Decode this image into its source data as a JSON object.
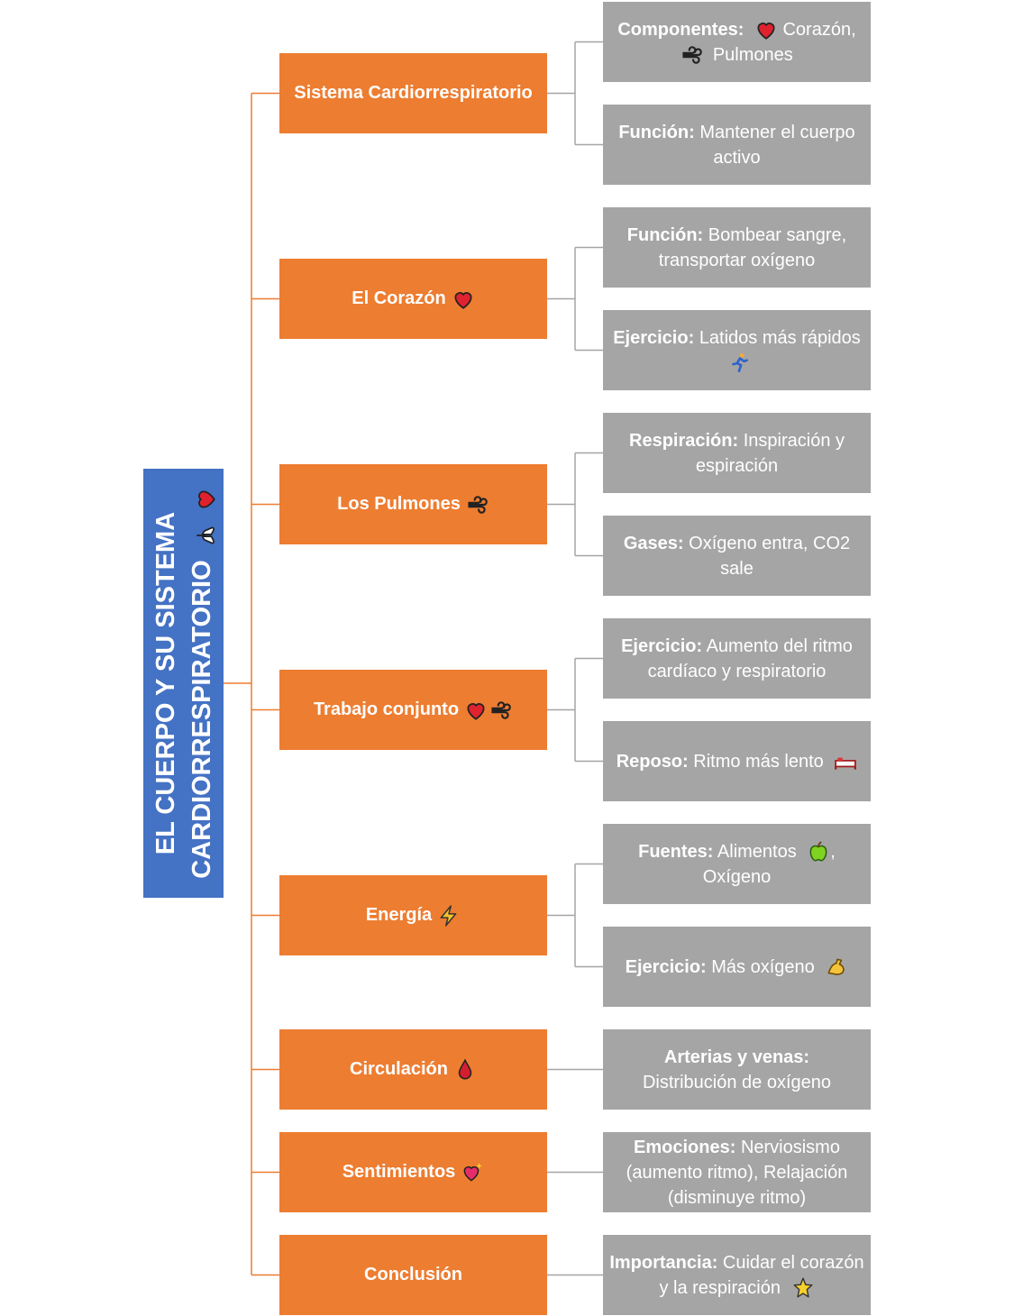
{
  "root": {
    "title": "EL CUERPO Y SU SISTEMA CARDIORRESPIRATORIO",
    "icons": [
      "lungs-icon",
      "heart-icon"
    ]
  },
  "branches": [
    {
      "label": "Sistema Cardiorrespiratorio",
      "icons": [],
      "leaves": [
        {
          "label": "Componentes:",
          "text": "Corazón,",
          "text2": "Pulmones",
          "icons": [
            "heart-icon",
            "wind-icon"
          ]
        },
        {
          "label": "Función:",
          "text": "Mantener el cuerpo activo"
        }
      ]
    },
    {
      "label": "El Corazón",
      "icons": [
        "heart-icon"
      ],
      "leaves": [
        {
          "label": "Función:",
          "text": "Bombear sangre, transportar oxígeno"
        },
        {
          "label": "Ejercicio:",
          "text": "Latidos más rápidos",
          "icons": [
            "runner-icon"
          ]
        }
      ]
    },
    {
      "label": "Los Pulmones",
      "icons": [
        "wind-icon"
      ],
      "leaves": [
        {
          "label": "Respiración:",
          "text": "Inspiración y espiración"
        },
        {
          "label": "Gases:",
          "text": "Oxígeno entra, CO2 sale"
        }
      ]
    },
    {
      "label": "Trabajo conjunto",
      "icons": [
        "heart-icon",
        "wind-icon"
      ],
      "leaves": [
        {
          "label": "Ejercicio:",
          "text": "Aumento del ritmo cardíaco y respiratorio"
        },
        {
          "label": "Reposo:",
          "text": "Ritmo más lento",
          "icons": [
            "bed-icon"
          ]
        }
      ]
    },
    {
      "label": "Energía",
      "icons": [
        "lightning-icon"
      ],
      "leaves": [
        {
          "label": "Fuentes:",
          "text": "Alimentos",
          "text2": ", Oxígeno",
          "icons": [
            "apple-icon"
          ]
        },
        {
          "label": "Ejercicio:",
          "text": "Más oxígeno",
          "icons": [
            "muscle-icon"
          ]
        }
      ]
    },
    {
      "label": "Circulación",
      "icons": [
        "blood-drop-icon"
      ],
      "leaves": [
        {
          "label": "Arterias y venas:",
          "text": "Distribución de oxígeno"
        }
      ]
    },
    {
      "label": "Sentimientos",
      "icons": [
        "sparkling-heart-icon"
      ],
      "leaves": [
        {
          "label": "Emociones:",
          "text": "Nerviosismo (aumento ritmo), Relajación (disminuye ritmo)"
        }
      ]
    },
    {
      "label": "Conclusión",
      "icons": [],
      "leaves": [
        {
          "label": "Importancia:",
          "text": "Cuidar el corazón y la respiración",
          "icons": [
            "star-icon"
          ]
        }
      ]
    }
  ],
  "colors": {
    "root": "#4472c4",
    "branch": "#ed7d31",
    "leaf": "#a5a5a5",
    "root_connector": "#ed7d31",
    "leaf_connector": "#a5a5a5"
  }
}
